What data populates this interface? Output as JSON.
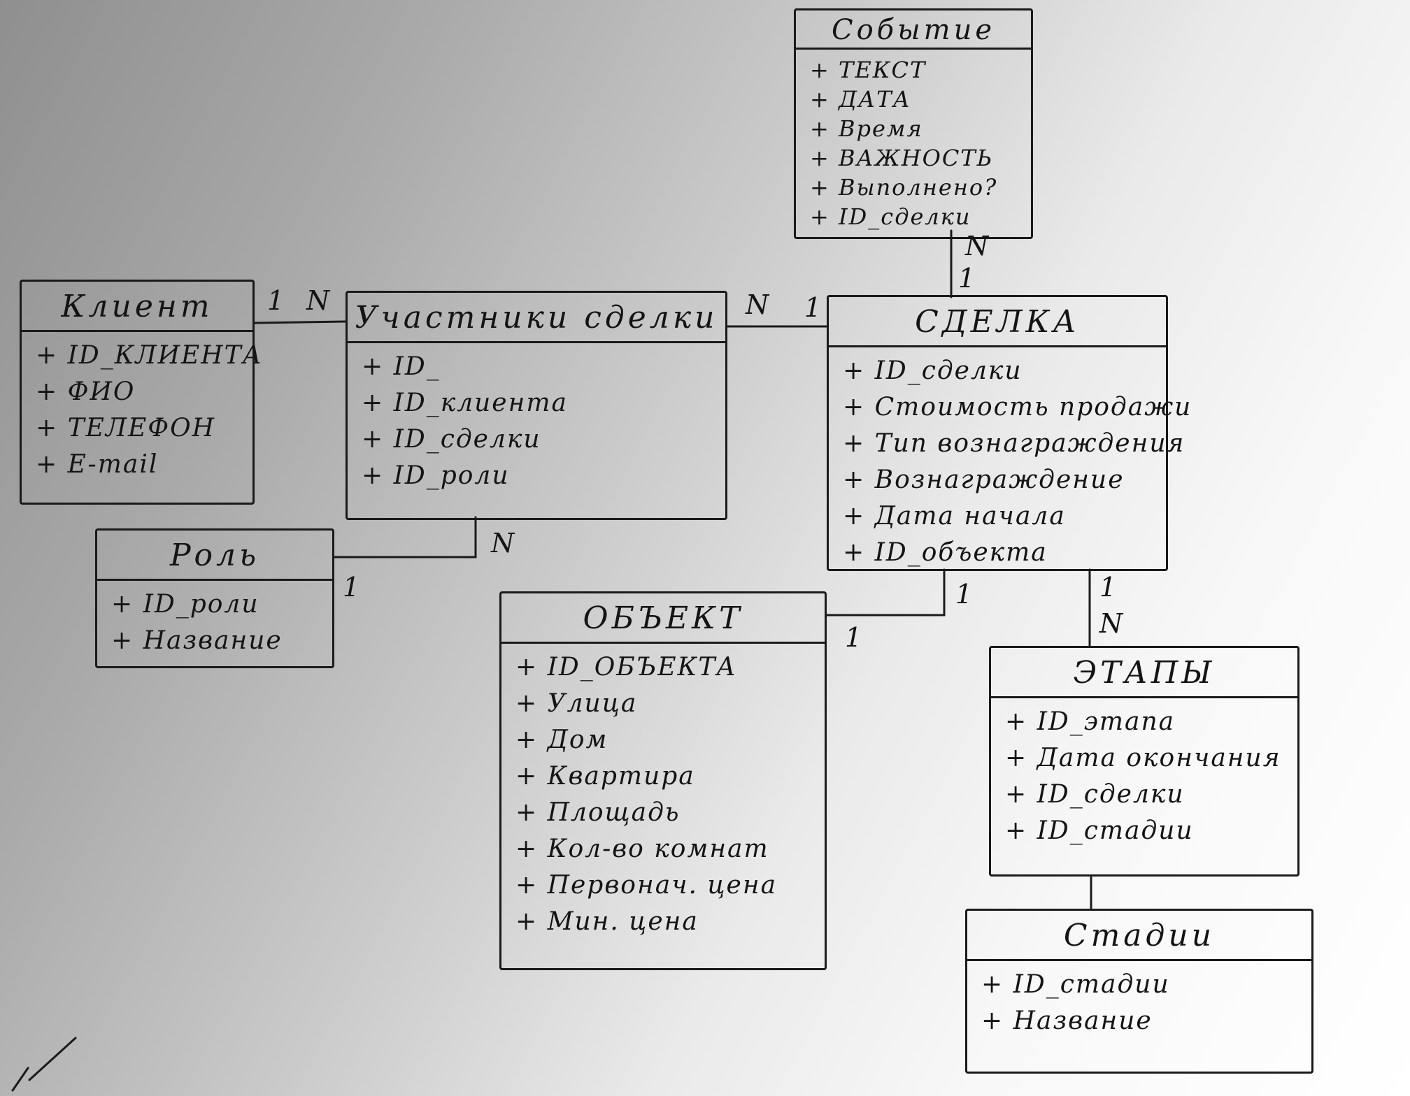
{
  "entities": {
    "sobytie": {
      "title": "Событие",
      "attrs": [
        "+ ТЕКСТ",
        "+ ДАТА",
        "+ Время",
        "+ ВАЖНОСТЬ",
        "+ Выполнено?",
        "+ ID_сделки"
      ]
    },
    "klient": {
      "title": "Клиент",
      "attrs": [
        "+ ID_КЛИЕНТА",
        "+ ФИО",
        "+ ТЕЛЕФОН",
        "+ E-mail"
      ]
    },
    "uchastniki": {
      "title": "Участники сделки",
      "attrs": [
        "+ ID_",
        "+ ID_клиента",
        "+ ID_сделки",
        "+ ID_роли"
      ]
    },
    "sdelka": {
      "title": "СДЕЛКА",
      "attrs": [
        "+ ID_сделки",
        "+ Стоимость продажи",
        "+ Тип вознаграждения",
        "+ Вознаграждение",
        "+ Дата начала",
        "+ ID_объекта"
      ]
    },
    "rol": {
      "title": "Роль",
      "attrs": [
        "+ ID_роли",
        "+ Название"
      ]
    },
    "obekt": {
      "title": "ОБЪЕКТ",
      "attrs": [
        "+ ID_ОБЪЕКТА",
        "+ Улица",
        "+ Дом",
        "+ Квартира",
        "+ Площадь",
        "+ Кол-во комнат",
        "+ Первонач. цена",
        "+ Мин. цена"
      ]
    },
    "etapy": {
      "title": "ЭТАПЫ",
      "attrs": [
        "+ ID_этапа",
        "+ Дата окончания",
        "+ ID_сделки",
        "+ ID_стадии"
      ]
    },
    "stadii": {
      "title": "Стадии",
      "attrs": [
        "+ ID_стадии",
        "+ Название"
      ]
    }
  },
  "cardinalities": {
    "sobytie_sdelka_top": "N",
    "sobytie_sdelka_bottom": "1",
    "klient_side": "1",
    "uchastniki_left": "N",
    "uchastniki_right": "N",
    "sdelka_left": "1",
    "uchastniki_rol_top": "N",
    "uchastniki_rol_bottom": "1",
    "sdelka_obekt_top": "1",
    "sdelka_obekt_bottom": "1",
    "sdelka_etapy_top": "1",
    "sdelka_etapy_bottom": "N"
  }
}
